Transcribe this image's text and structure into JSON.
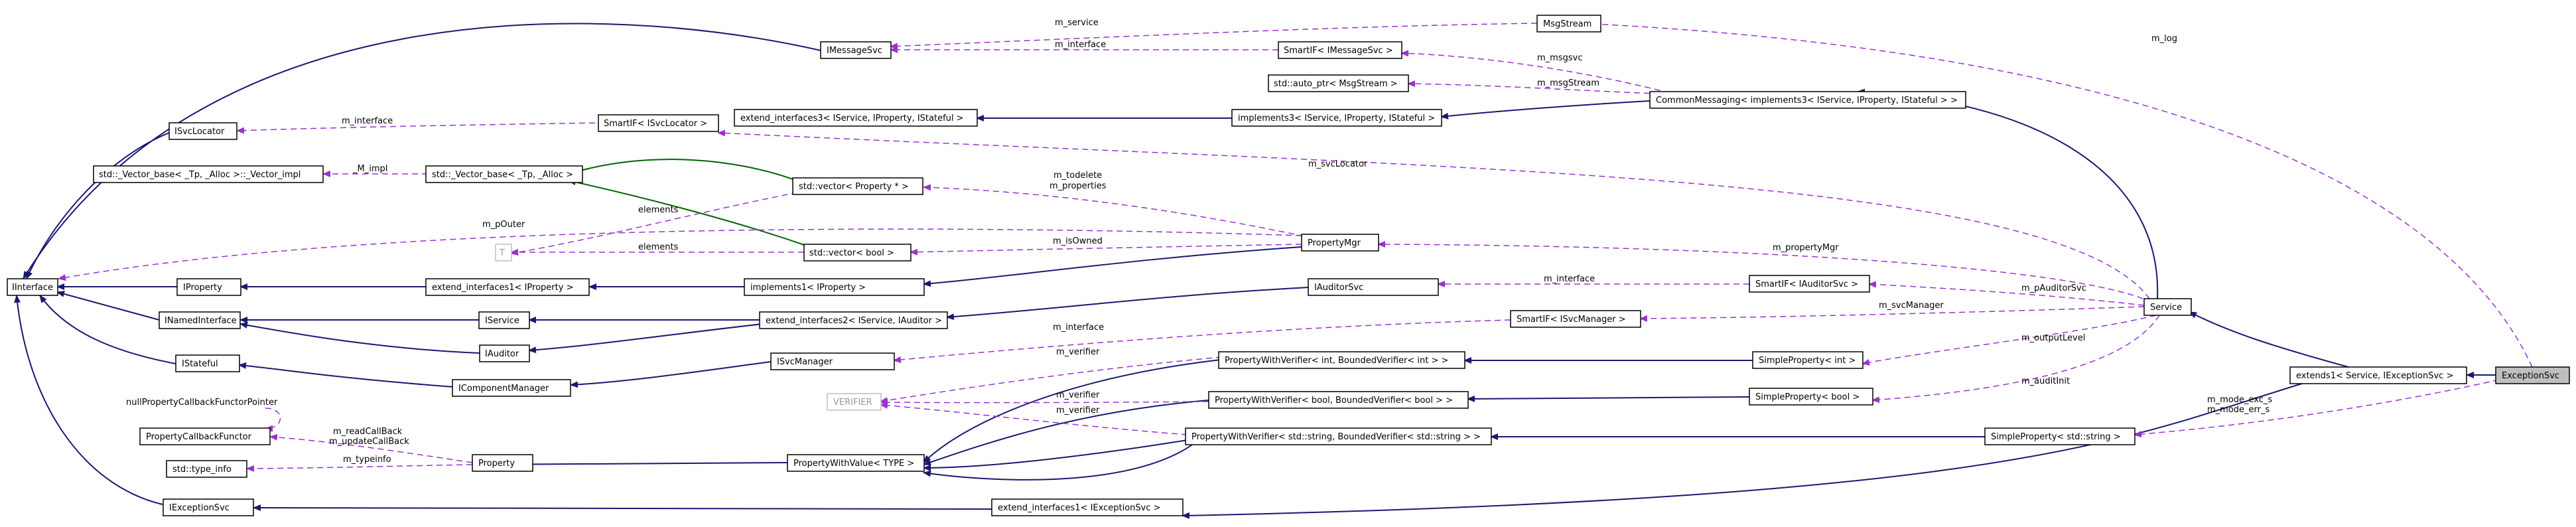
{
  "nodes": {
    "IInterface": "IInterface",
    "IMessageSvc": "IMessageSvc",
    "MsgStream": "MsgStream",
    "SmartIF_IMessageSvc": "SmartIF< IMessageSvc >",
    "auto_ptr_MsgStream": "std::auto_ptr< MsgStream >",
    "ISvcLocator": "ISvcLocator",
    "SmartIF_ISvcLocator": "SmartIF< ISvcLocator >",
    "extend_interfaces3": "extend_interfaces3< IService, IProperty, IStateful >",
    "implements3": "implements3< IService, IProperty, IStateful >",
    "CommonMessaging": "CommonMessaging< implements3< IService, IProperty, IStateful > >",
    "Vector_base_impl": "std::_Vector_base< _Tp, _Alloc >::_Vector_impl",
    "Vector_base": "std::_Vector_base< _Tp, _Alloc >",
    "vector_Property": "std::vector< Property * >",
    "T": "T",
    "vector_bool": "std::vector< bool >",
    "PropertyMgr": "PropertyMgr",
    "IProperty": "IProperty",
    "extend_interfaces1_IProperty": "extend_interfaces1< IProperty >",
    "implements1_IProperty": "implements1< IProperty >",
    "IAuditorSvc": "IAuditorSvc",
    "SmartIF_IAuditorSvc": "SmartIF< IAuditorSvc >",
    "Service": "Service",
    "INamedInterface": "INamedInterface",
    "IService": "IService",
    "extend_interfaces2": "extend_interfaces2< IService, IAuditor >",
    "SmartIF_IToolSvcManager": "SmartIF< ISvcManager >",
    "IAuditor": "IAuditor",
    "IStateful": "IStateful",
    "ISvcManager": "ISvcManager",
    "IComponentManager": "IComponentManager",
    "PWV_int": "PropertyWithVerifier< int, BoundedVerifier< int > >",
    "SimpleProperty_int": "SimpleProperty< int >",
    "VERIFIER": "VERIFIER",
    "PWV_bool": "PropertyWithVerifier< bool, BoundedVerifier< bool > >",
    "SimpleProperty_bool": "SimpleProperty< bool >",
    "PWV_string": "PropertyWithVerifier< std::string, BoundedVerifier< std::string > >",
    "SimpleProperty_string": "SimpleProperty< std::string >",
    "extends1": "extends1< Service, IExceptionSvc >",
    "ExceptionSvc": "ExceptionSvc",
    "PropertyCallbackFunctor": "PropertyCallbackFunctor",
    "nullPropertyCallbackFunctorPointer": "nullPropertyCallbackFunctorPointer",
    "std_type_info": "std::type_info",
    "Property": "Property",
    "PropertyWithValue": "PropertyWithValue< TYPE >",
    "IExceptionSvc": "IExceptionSvc",
    "extend_interfaces1_IExceptionSvc": "extend_interfaces1< IExceptionSvc >"
  },
  "edge_labels": {
    "m_service": "m_service",
    "m_log": "m_log",
    "m_interface_msg": "m_interface",
    "m_msgsvc": "m_msgsvc",
    "m_msgStream": "m_msgStream",
    "m_interface_loc": "m_interface",
    "M_impl": "_M_impl",
    "m_svcLocator": "m_svcLocator",
    "m_todelete": "m_todelete",
    "m_properties": "m_properties",
    "elements_1": "elements",
    "elements_2": "elements",
    "m_pOuter": "m_pOuter",
    "m_isOwned": "m_isOwned",
    "m_propertyMgr": "m_propertyMgr",
    "m_interface_aud": "m_interface",
    "m_pAuditorSvc": "m_pAuditorSvc",
    "m_svcManager": "m_svcManager",
    "m_interface_mgr": "m_interface",
    "m_verifier_1": "m_verifier",
    "m_outputLevel": "m_outputLevel",
    "m_verifier_2": "m_verifier",
    "m_verifier_3": "m_verifier",
    "m_auditInit": "m_auditInit",
    "m_mode_exc_s": "m_mode_exc_s",
    "m_mode_err_s": "m_mode_err_s",
    "m_readCallBack": "m_readCallBack",
    "m_updateCallBack": "m_updateCallBack",
    "m_typeinfo": "m_typeinfo"
  }
}
